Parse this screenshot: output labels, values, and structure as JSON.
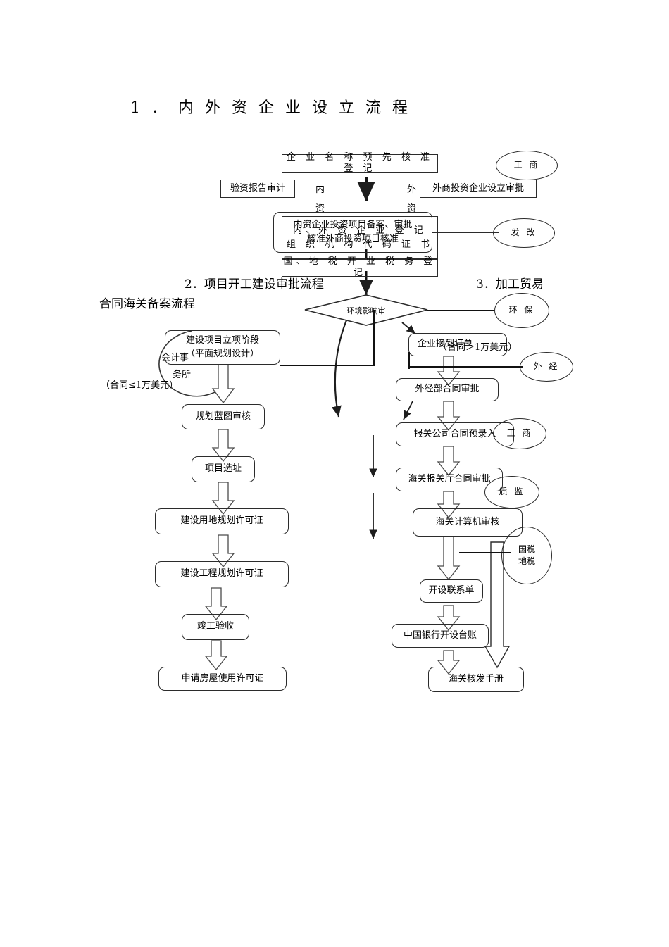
{
  "document": {
    "title": "1．内外资企业设立流程",
    "sections": [
      {
        "id": "sec2",
        "heading": "2．项目开工建设审批流程"
      },
      {
        "id": "sec3a",
        "heading": "3．加工贸易"
      },
      {
        "id": "sec3b",
        "heading": "合同海关备案流程"
      }
    ]
  },
  "flow1": {
    "nodes": {
      "name_reg": "企 业 名 称 预 先 核 准 登 记",
      "capital_audit": "验资报告审计",
      "foreign_setup_approval": "外商投资企业设立审批",
      "enterprise_reg_line1": "内、外 资 企 业 登 记",
      "enterprise_reg_line2": "组 织 机 构 代 码 证 书",
      "tax_reg": "国、地 税 开 业 税 务 登 记"
    },
    "overlay": {
      "domestic_label": "内",
      "domestic_label2": "资",
      "foreign_label": "外",
      "foreign_label2": "资",
      "project_record_line1": "内资企业投资项目备案、审批",
      "project_record_line2": "核准外商投资项目核准"
    },
    "actors": {
      "industry_commerce": "工 商",
      "development_reform": "发 改"
    }
  },
  "flow2": {
    "decision": "环境影响审",
    "actor_env": "环 保",
    "nodes": {
      "project_initiation_line1": "建设项目立项阶段",
      "project_initiation_line2": "（平面规划设计）",
      "blueprint_review": "规划蓝图审核",
      "site_selection": "项目选址",
      "land_permit": "建设用地规划许可证",
      "construction_permit": "建设工程规划许可证",
      "completion_acceptance": "竣工验收",
      "housing_permit": "申请房屋使用许可证"
    },
    "overlay": {
      "accounting_firm_line1": "会计事",
      "accounting_firm_line2": "务所",
      "contract_small": "（合同≤1万美元）"
    }
  },
  "flow3": {
    "nodes": {
      "receive_order": "企业接到订单",
      "foreign_trade_approval": "外经部合同审批",
      "customs_broker_entry": "报关公司合同预录入",
      "customs_hall_approval": "海关报关厅合同审批",
      "customs_computer_review": "海关计算机审核",
      "open_contact_sheet": "开设联系单",
      "boc_ledger": "中国银行开设台账",
      "customs_manual": "海关核发手册"
    },
    "overlay": {
      "contract_large": "（合同＞1万美元）"
    },
    "actors": {
      "foreign_trade": "外 经",
      "industry_commerce": "工 商",
      "quality_supervision": "质 监",
      "tax_line1": "国税",
      "tax_line2": "地税"
    }
  },
  "colors": {
    "stroke": "#2b2b2b",
    "text": "#000000",
    "background": "#ffffff"
  }
}
